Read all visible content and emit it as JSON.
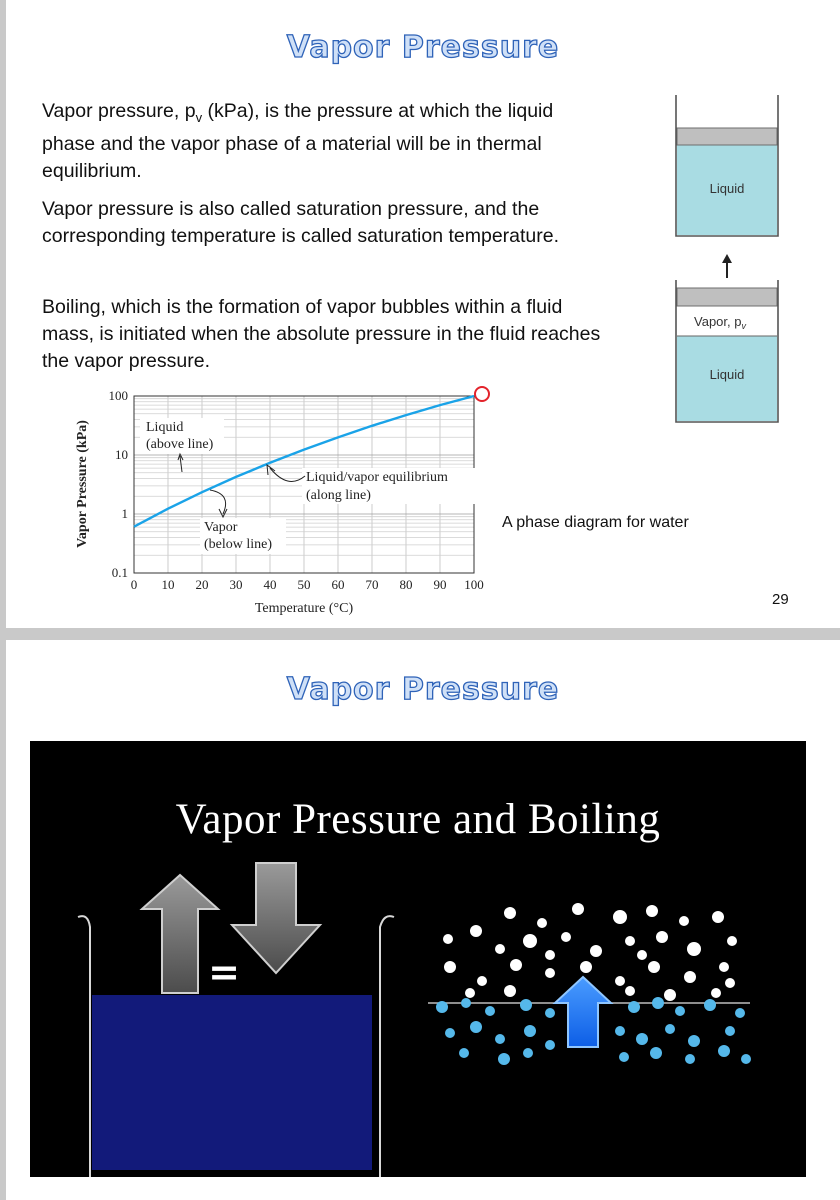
{
  "slide1": {
    "title": "Vapor Pressure",
    "para1_a": "Vapor pressure, p",
    "para1_sub": "v",
    "para1_b": " (kPa), is the pressure at which the liquid phase and the vapor phase of a material will be in thermal equilibrium.",
    "para2": "Vapor pressure is also called saturation pressure, and the corresponding temperature is called saturation temperature.",
    "para3": "Boiling, which is the formation of vapor bubbles within a fluid mass, is initiated when the absolute pressure in the fluid reaches the vapor pressure.",
    "caption": "A phase diagram for water",
    "page_number": "29",
    "container_top_label": "Liquid",
    "container_bottom_vapor_label": "Vapor, p",
    "container_bottom_vapor_sub": "v",
    "container_bottom_liquid_label": "Liquid",
    "colors": {
      "title_fill": "#cfe0f7",
      "title_stroke": "#2f63b8",
      "liquid": "#a9dce3",
      "curve": "#1aa3e8"
    }
  },
  "chart_data": {
    "type": "line",
    "xlabel": "Temperature (°C)",
    "ylabel": "Vapor Pressure (kPa)",
    "xlim": [
      0,
      100
    ],
    "ylim": [
      0.1,
      100
    ],
    "y_scale": "log",
    "x_ticks": [
      "0",
      "10",
      "20",
      "30",
      "40",
      "50",
      "60",
      "70",
      "80",
      "90",
      "100"
    ],
    "y_ticks": [
      "0.1",
      "1",
      "10",
      "100"
    ],
    "grid": true,
    "series": [
      {
        "x": [
          0,
          10,
          20,
          30,
          40,
          50,
          60,
          70,
          80,
          90,
          100
        ],
        "y": [
          0.61,
          1.23,
          2.34,
          4.25,
          7.38,
          12.35,
          19.9,
          31.2,
          47.4,
          70.1,
          101.3
        ]
      }
    ],
    "annotations": [
      {
        "line1": "Liquid",
        "line2": "(above line)"
      },
      {
        "line1": "Liquid/vapor equilibrium",
        "line2": "(along line)"
      },
      {
        "line1": "Vapor",
        "line2": "(below line)"
      }
    ]
  },
  "slide2": {
    "title": "Vapor Pressure",
    "video_title": "Vapor Pressure and Boiling",
    "equals_sign": "="
  }
}
